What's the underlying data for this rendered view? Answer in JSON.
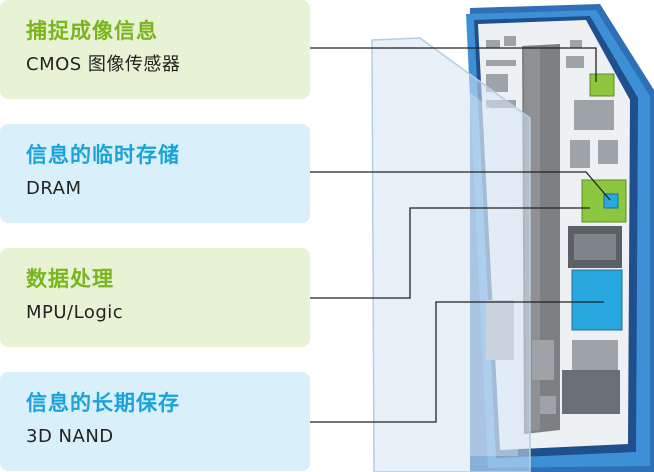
{
  "cards": [
    {
      "title": "捕捉成像信息",
      "subtitle": "CMOS 图像传感器",
      "color": "#7ab51d"
    },
    {
      "title": "信息的临时存储",
      "subtitle": "DRAM",
      "color": "#1aa3d9"
    },
    {
      "title": "数据处理",
      "subtitle": "MPU/Logic",
      "color": "#7ab51d"
    },
    {
      "title": "信息的长期保存",
      "subtitle": "3D NAND",
      "color": "#1aa3d9"
    }
  ],
  "colors": {
    "green_bg": "#e8f3d6",
    "blue_bg": "#d9eff9",
    "phone_frame": "#3d8fd6",
    "chip_green": "#8dc63f",
    "chip_blue": "#29a8e0"
  }
}
